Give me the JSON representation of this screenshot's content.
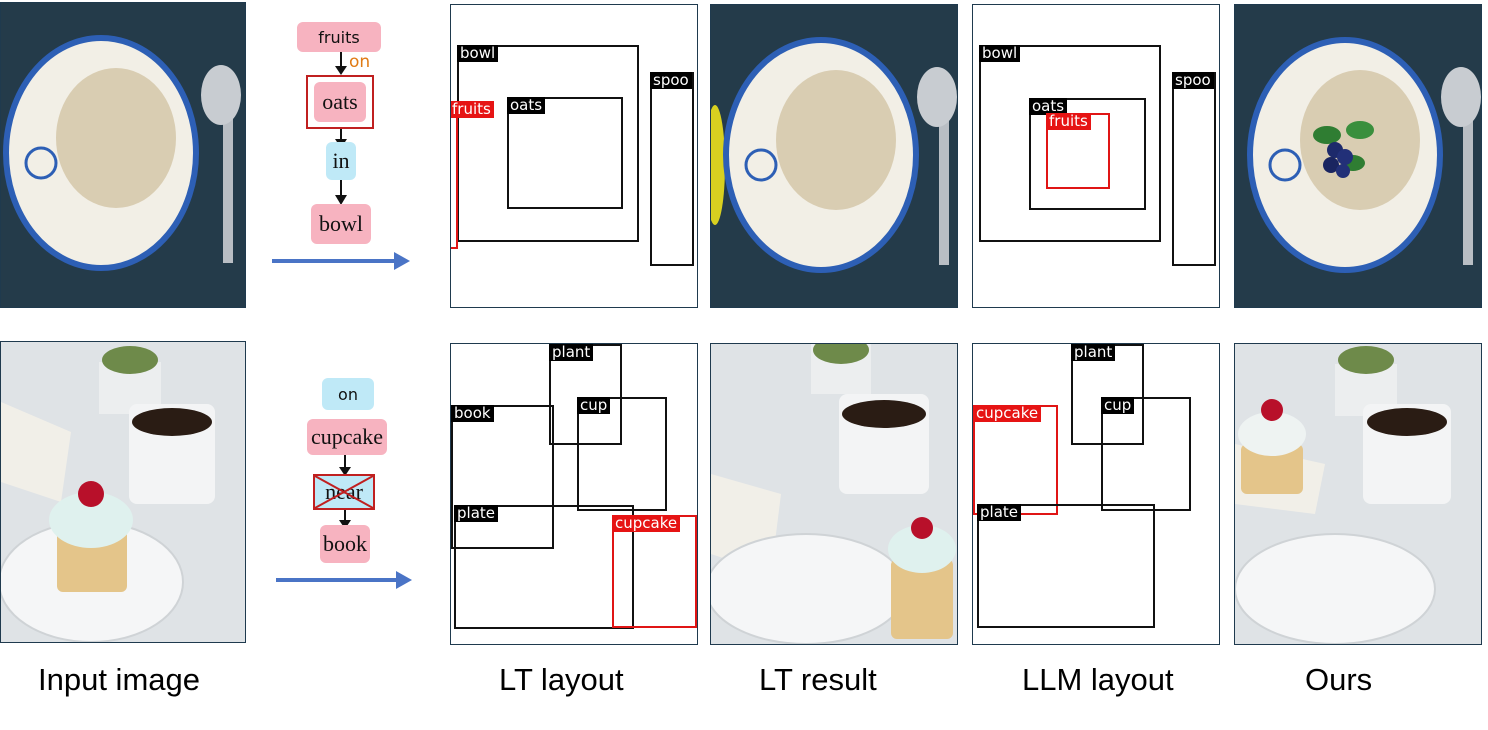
{
  "captions": [
    "Input image",
    "LT layout",
    "LT result",
    "LLM layout",
    "Ours"
  ],
  "row1": {
    "graph": {
      "n1": "fruits",
      "rel1": "on",
      "n2": "oats",
      "n3": "in",
      "n4": "bowl"
    },
    "lt_labels": {
      "bowl": "bowl",
      "fruits": "fruits",
      "oats": "oats",
      "spoon": "spoo"
    },
    "llm_labels": {
      "bowl": "bowl",
      "oats": "oats",
      "fruits": "fruits",
      "spoon": "spoo"
    }
  },
  "row2": {
    "graph": {
      "rel": "on",
      "n1": "cupcake",
      "n2": "near",
      "n3": "book"
    },
    "lt_labels": {
      "plant": "plant",
      "book": "book",
      "cup": "cup",
      "plate": "plate",
      "cupcake": "cupcake"
    },
    "llm_labels": {
      "plant": "plant",
      "cupcake": "cupcake",
      "cup": "cup",
      "plate": "plate"
    }
  },
  "colors": {
    "graph_node_pink": "#f7b3c0",
    "graph_node_blue": "#bfe9f7",
    "arrow": "#4a74c6",
    "highlight_red": "#e01515",
    "relation_orange": "#e07a14"
  }
}
